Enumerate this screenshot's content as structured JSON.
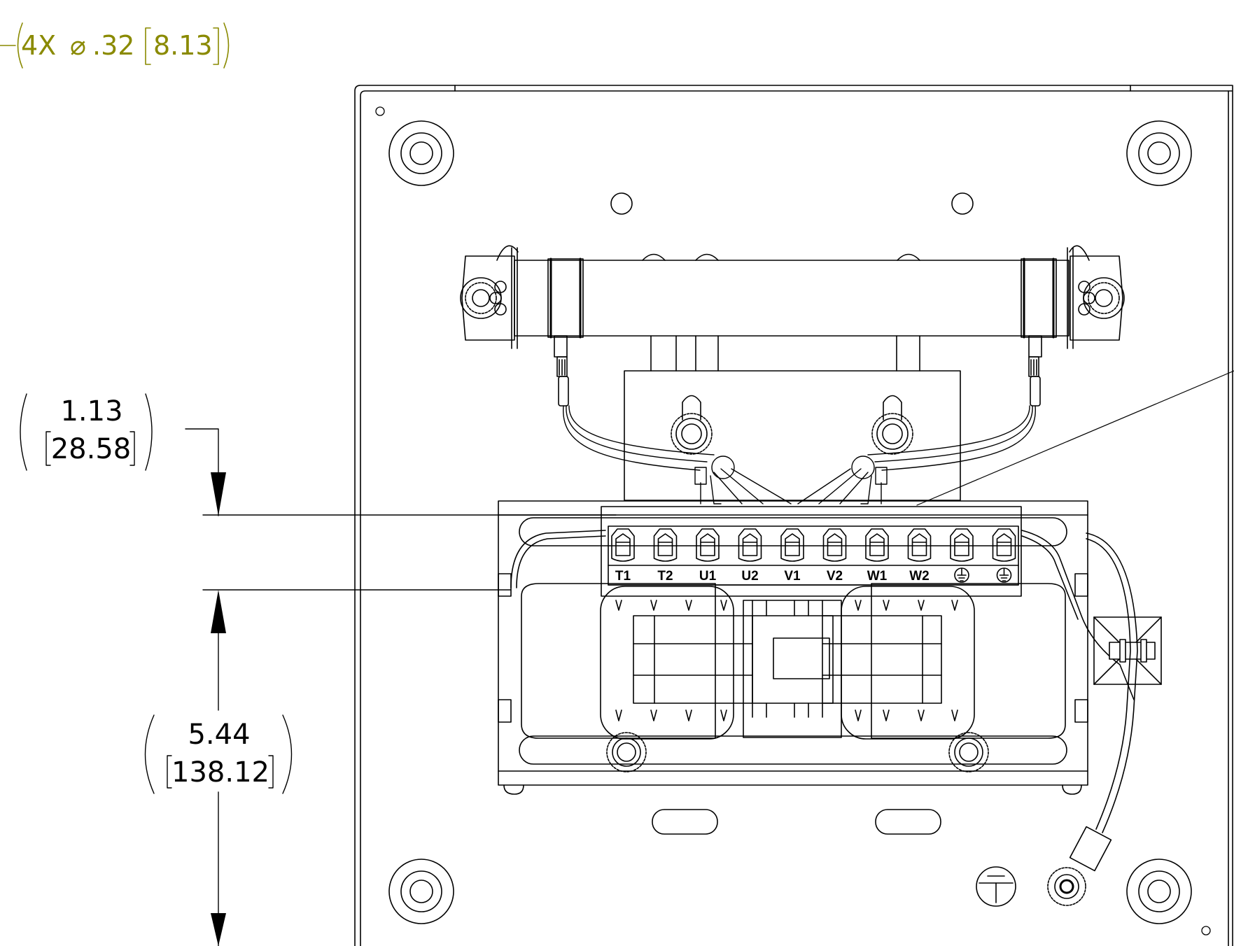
{
  "callout": {
    "count": "4X",
    "diameter_symbol": "⌀",
    "inch": ".32",
    "mm": "8.13",
    "color": "#8a8a00"
  },
  "dim_top": {
    "inch": "1.13",
    "mm": "28.58"
  },
  "dim_bottom": {
    "inch": "5.44",
    "mm": "138.12"
  },
  "terminals": [
    "T1",
    "T2",
    "U1",
    "U2",
    "V1",
    "V2",
    "W1",
    "W2",
    "ground-icon",
    "ground-icon"
  ],
  "line_color": "#000000"
}
